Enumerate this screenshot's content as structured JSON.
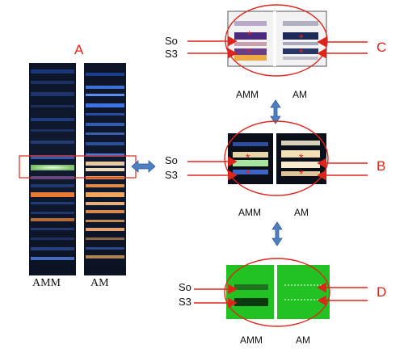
{
  "panels": {
    "A": {
      "letter": "A",
      "lanes": [
        "AMM",
        "AM"
      ]
    },
    "B": {
      "letter": "B",
      "bands": [
        "So",
        "S3"
      ],
      "lanes": [
        "AMM",
        "AM"
      ]
    },
    "C": {
      "letter": "C",
      "bands": [
        "So",
        "S3"
      ],
      "lanes": [
        "AMM",
        "AM"
      ]
    },
    "D": {
      "letter": "D",
      "bands": [
        "So",
        "S3"
      ],
      "lanes": [
        "AMM",
        "AM"
      ]
    }
  },
  "colors": {
    "annotation_red": "#e0241b",
    "connector_blue": "#4f7fc0",
    "plate_dark": "#0b0f1a",
    "plate_green": "#22c222"
  }
}
